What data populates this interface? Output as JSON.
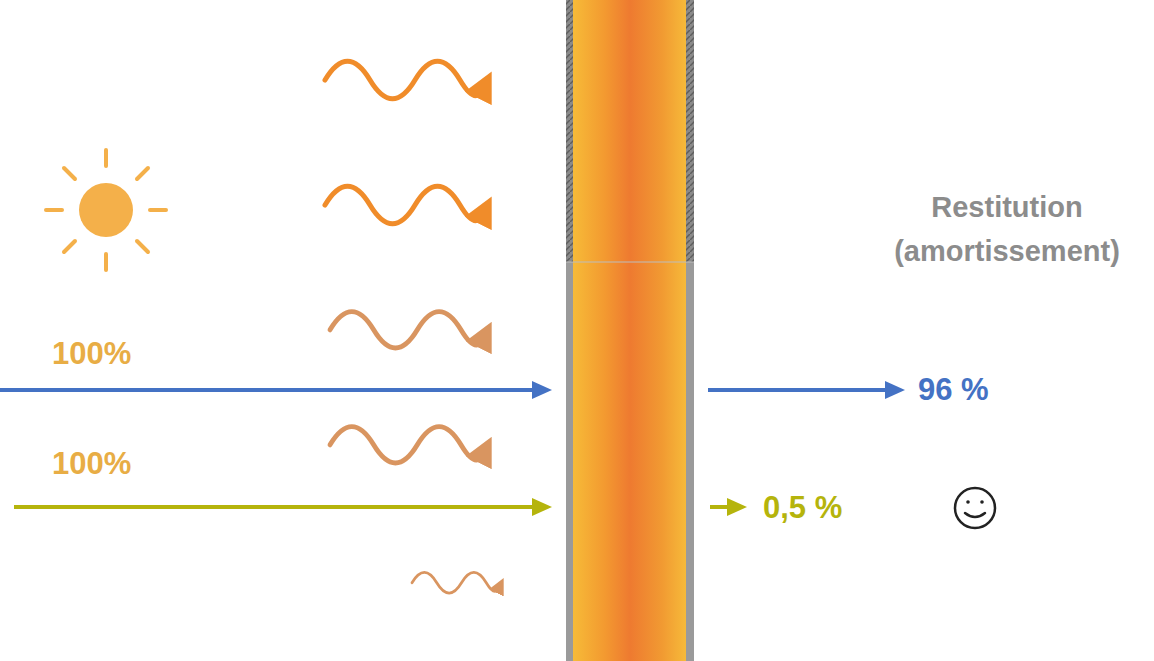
{
  "diagram": {
    "labels": [
      "Restitution (amortissement)",
      "100%",
      "96 %",
      "100%",
      "0,5 %"
    ]
  }
}
